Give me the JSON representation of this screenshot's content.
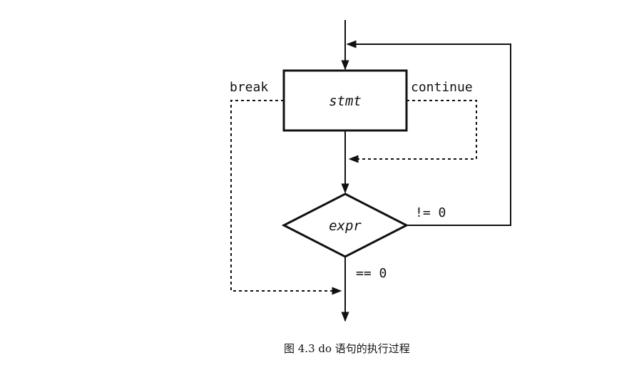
{
  "diagram": {
    "statement_box": "stmt",
    "condition_diamond": "expr",
    "break_label": "break",
    "continue_label": "continue",
    "true_branch_label": "!= 0",
    "false_branch_label": "== 0",
    "caption": "图 4.3   do 语句的执行过程"
  },
  "colors": {
    "line": "#111111",
    "background": "#ffffff"
  }
}
